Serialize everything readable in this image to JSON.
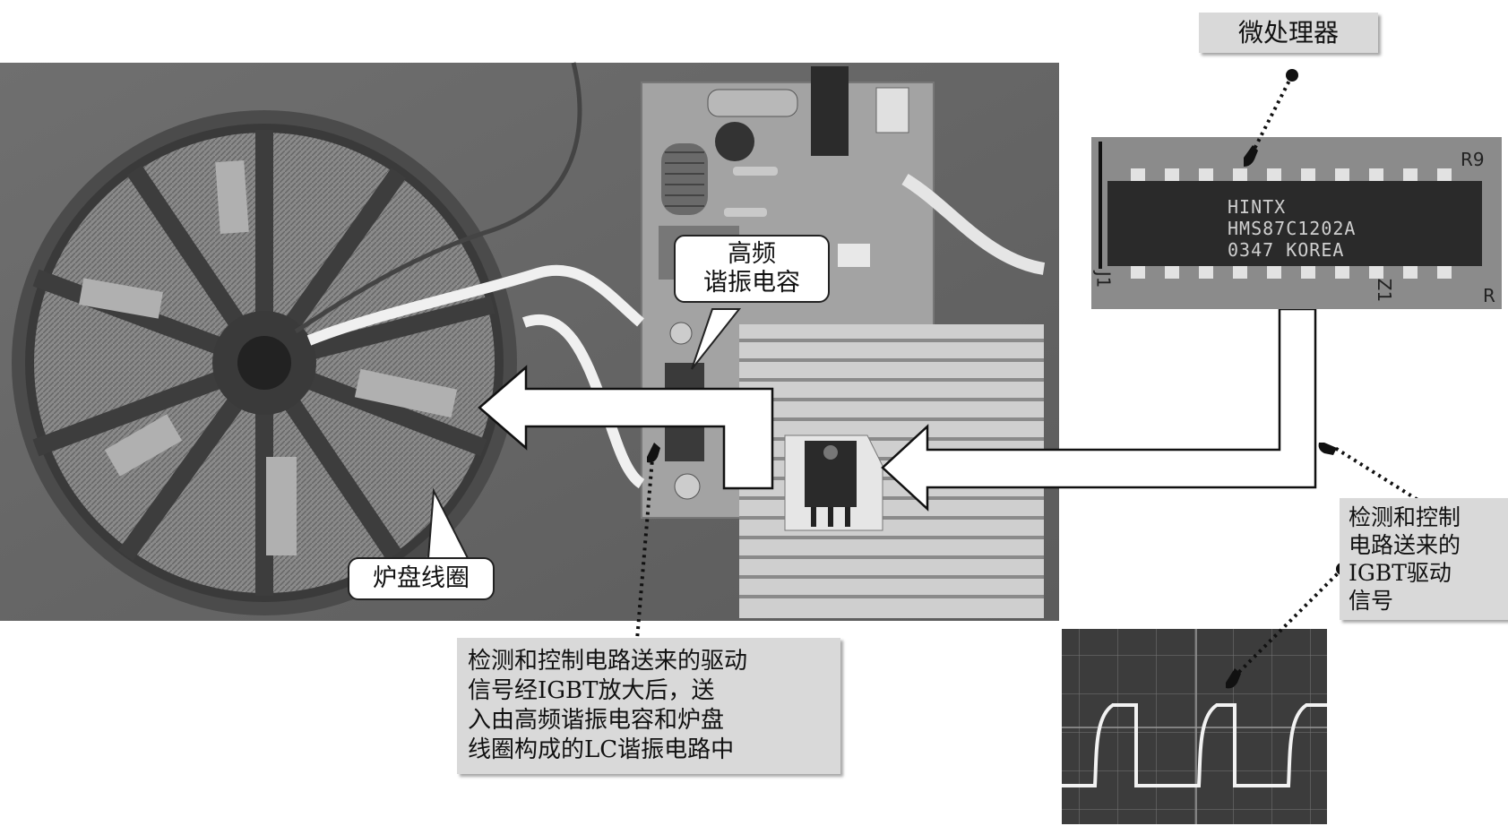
{
  "labels": {
    "microprocessor": "微处理器",
    "resonant_capacitor_line1": "高频",
    "resonant_capacitor_line2": "谐振电容",
    "coil": "炉盘线圈",
    "igbt_drive_signal": [
      "检测和控制",
      "电路送来的",
      "IGBT驱动",
      "信号"
    ],
    "main_description": [
      "检测和控制电路送来的驱动",
      "信号经IGBT放大后，送",
      "入由高频谐振电容和炉盘",
      "线圈构成的LC谐振电路中"
    ]
  },
  "chip_markings": [
    "HINTX",
    "HMS87C1202A",
    "0347 KOREA"
  ],
  "pcb_markings": {
    "r9": "R9",
    "j1": "J1",
    "z1": "Z1",
    "r": "R"
  }
}
